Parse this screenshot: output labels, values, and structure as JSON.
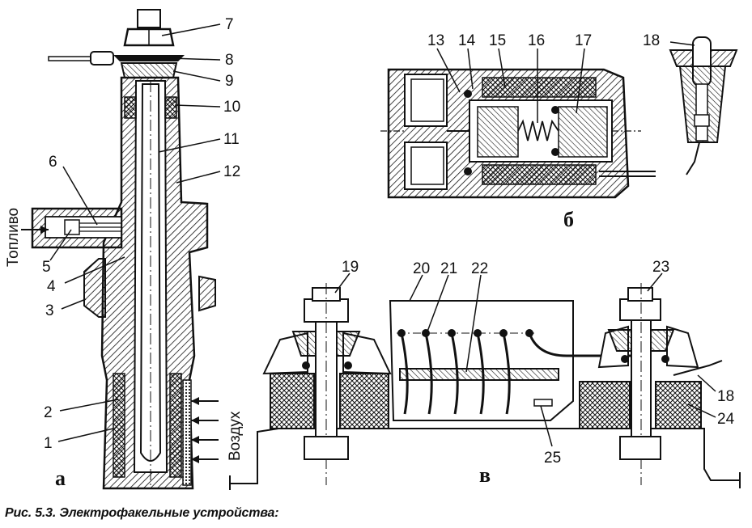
{
  "caption": "Рис. 5.3. Электрофакельные устройства:",
  "panels": {
    "a": "а",
    "b": "б",
    "v": "в"
  },
  "side_labels": {
    "fuel": "Топливо",
    "air": "Воздух"
  },
  "callouts": [
    "1",
    "2",
    "3",
    "4",
    "5",
    "6",
    "7",
    "8",
    "9",
    "10",
    "11",
    "12",
    "13",
    "14",
    "15",
    "16",
    "17",
    "18",
    "19",
    "20",
    "21",
    "22",
    "23",
    "24",
    "25",
    "18"
  ]
}
